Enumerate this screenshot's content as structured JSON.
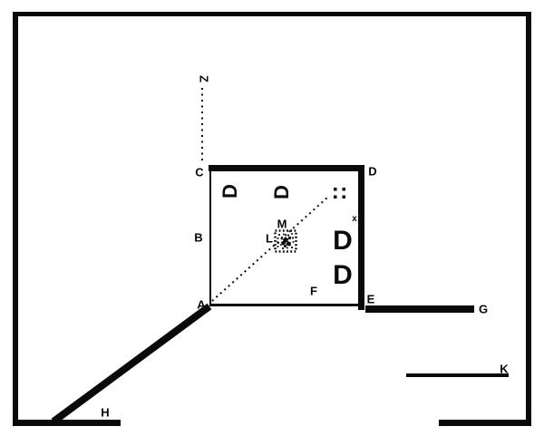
{
  "figure": {
    "type": "maze-apparatus-diagram",
    "background_color": "#ffffff",
    "ink_color": "#0a0a0a"
  },
  "labels": {
    "z": "Z",
    "c": "C",
    "d_corner": "D",
    "b": "B",
    "a": "A",
    "e": "E",
    "f": "F",
    "g": "G",
    "h": "H",
    "k": "K",
    "l": "L",
    "m": "M",
    "x": "x",
    "rotated_d_left": "D",
    "rotated_d_middle": "D",
    "large_d_upper": "D",
    "large_d_lower": "D"
  }
}
